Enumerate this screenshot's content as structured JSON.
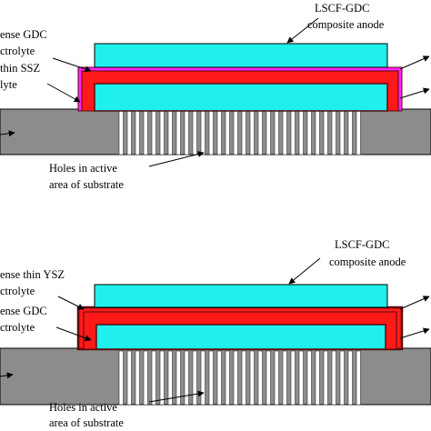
{
  "colors": {
    "anode": "#1ff0ee",
    "red_layer": "#ff1a1a",
    "magenta_layer": "#ff22ff",
    "dark_outline": "#5a0a0a",
    "substrate": "#8c8c8c",
    "hole": "#ffffff",
    "line": "#000000"
  },
  "panel_top": {
    "anode_label": [
      "LSCF-GDC",
      "composite anode"
    ],
    "dense_gdc_label": [
      "ense GDC",
      "ctrolyte"
    ],
    "thin_ssz_label": [
      "thin SSZ",
      "lyte"
    ],
    "holes_label": [
      "Holes in active",
      "area of substrate"
    ]
  },
  "panel_bottom": {
    "anode_label": [
      "LSCF-GDC",
      "composite anode"
    ],
    "dense_ysz_label": [
      "ense thin YSZ",
      "ctrolyte"
    ],
    "dense_gdc_label": [
      "ense GDC",
      "ctrolyte"
    ],
    "holes_label": [
      "Holes in active",
      "area of substrate"
    ]
  }
}
